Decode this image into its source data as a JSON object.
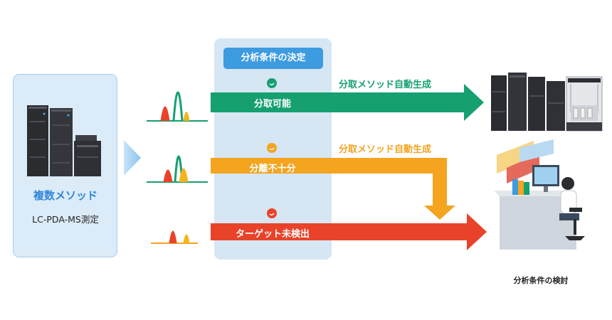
{
  "left": {
    "title": "複数メソッド",
    "subtitle": "LC-PDA-MS測定"
  },
  "decision": {
    "header": "分析条件の決定"
  },
  "rows": [
    {
      "label": "分取可能",
      "color": "#16a070",
      "side_label": "分取メソッド自動生成"
    },
    {
      "label": "分離不十分",
      "color": "#f4a41f",
      "side_label": "分取メソッド自動生成"
    },
    {
      "label": "ターゲット未検出",
      "color": "#e8432a"
    }
  ],
  "right": {
    "caption": "分析条件の検討"
  },
  "icons": {
    "source_instrument": "lc-system-icon",
    "prep_instrument": "prep-lc-system-icon",
    "analyst": "person-at-computer-icon"
  }
}
